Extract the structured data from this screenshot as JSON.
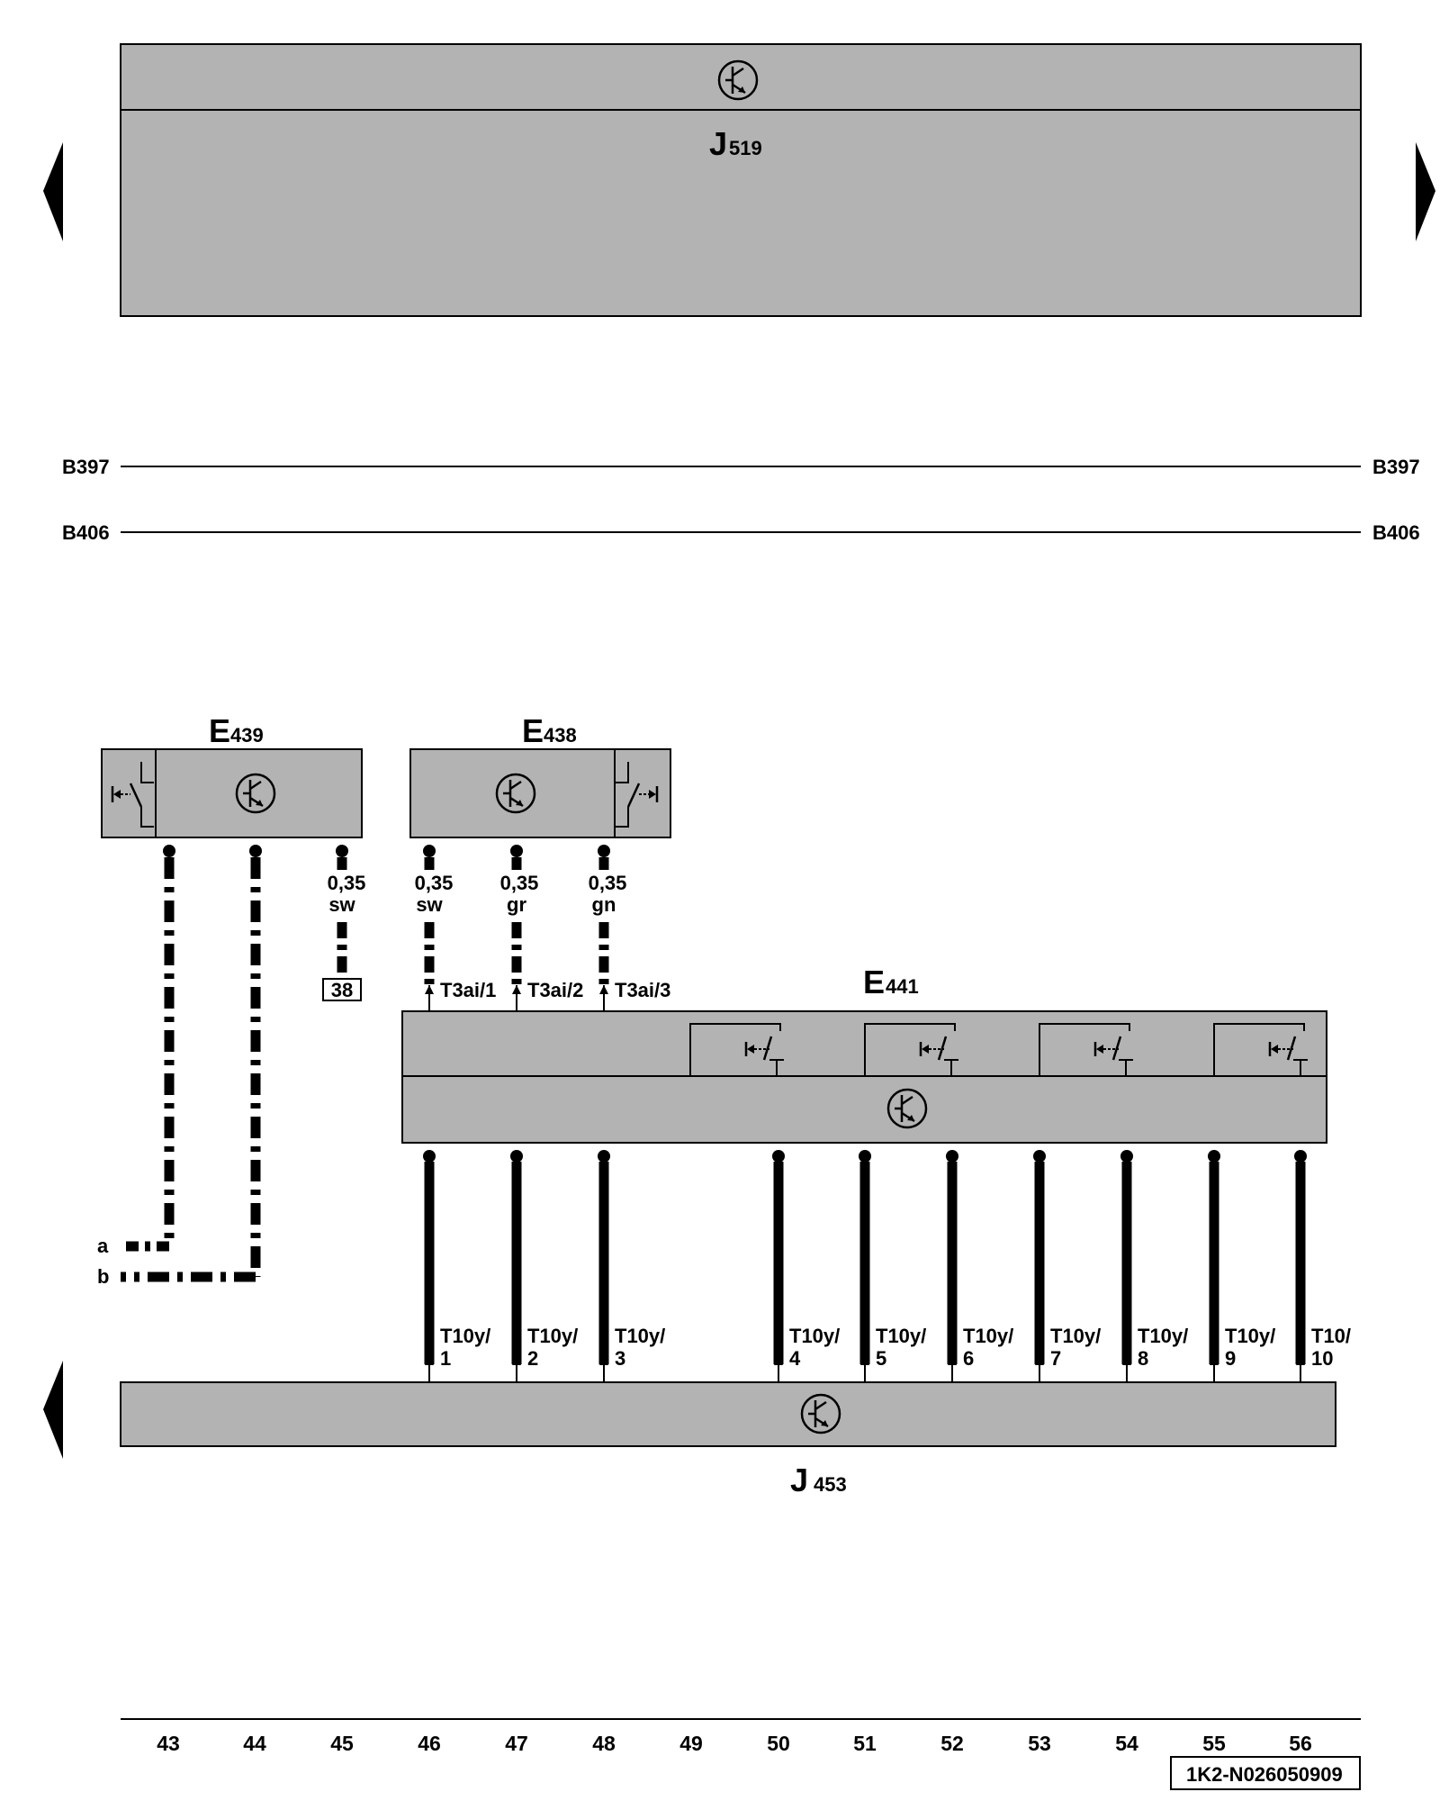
{
  "units": {
    "top_unit": {
      "letter": "J",
      "number": "519"
    },
    "bottom_unit": {
      "letter": "J",
      "number": "453"
    },
    "e439": {
      "letter": "E",
      "number": "439"
    },
    "e438": {
      "letter": "E",
      "number": "438"
    },
    "e441": {
      "letter": "E",
      "number": "441"
    }
  },
  "bus_lines": [
    {
      "label": "B397"
    },
    {
      "label": "B406"
    }
  ],
  "wires": {
    "e439_pin3": {
      "size": "0,35",
      "color": "sw",
      "target": "38"
    },
    "e438_pin1": {
      "size": "0,35",
      "color": "sw",
      "connector": "T3ai/1"
    },
    "e438_pin2": {
      "size": "0,35",
      "color": "gr",
      "connector": "T3ai/2"
    },
    "e438_pin3": {
      "size": "0,35",
      "color": "gn",
      "connector": "T3ai/3"
    }
  },
  "connector_bottom": [
    {
      "line1": "T10y/",
      "line2": "1"
    },
    {
      "line1": "T10y/",
      "line2": "2"
    },
    {
      "line1": "T10y/",
      "line2": "3"
    },
    {
      "line1": "T10y/",
      "line2": "4"
    },
    {
      "line1": "T10y/",
      "line2": "5"
    },
    {
      "line1": "T10y/",
      "line2": "6"
    },
    {
      "line1": "T10y/",
      "line2": "7"
    },
    {
      "line1": "T10y/",
      "line2": "8"
    },
    {
      "line1": "T10y/",
      "line2": "9"
    },
    {
      "line1": "T10/",
      "line2": "10"
    }
  ],
  "wire_refs": {
    "a": "a",
    "b": "b"
  },
  "columns": [
    "43",
    "44",
    "45",
    "46",
    "47",
    "48",
    "49",
    "50",
    "51",
    "52",
    "53",
    "54",
    "55",
    "56"
  ],
  "diagram_code": "1K2-N026050909",
  "colors": {
    "module_fill": "#b3b3b3",
    "ink": "#000000"
  }
}
